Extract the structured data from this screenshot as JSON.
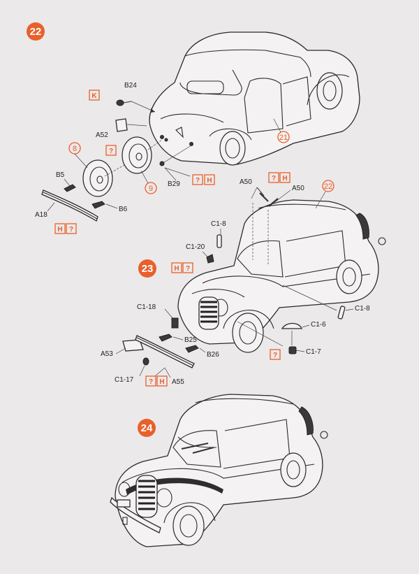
{
  "accent_color": "#e8602c",
  "steps": [
    {
      "number": "22"
    },
    {
      "number": "23"
    },
    {
      "number": "24"
    }
  ],
  "step22": {
    "parts": [
      "B24",
      "A52",
      "B5",
      "A18",
      "B6",
      "B29"
    ],
    "callouts": [
      "8",
      "9",
      "21"
    ],
    "badges": [
      "K",
      "?",
      "?",
      "H",
      "H",
      "?"
    ]
  },
  "step23": {
    "parts": [
      "A50",
      "A50",
      "C1-8",
      "C1-20",
      "C1-18",
      "A53",
      "B25",
      "B26",
      "C1-17",
      "A55",
      "C1-8",
      "C1-6",
      "C1-7"
    ],
    "callouts": [
      "22"
    ],
    "badges": [
      "?",
      "H",
      "H",
      "?",
      "?",
      "H",
      "?"
    ]
  }
}
